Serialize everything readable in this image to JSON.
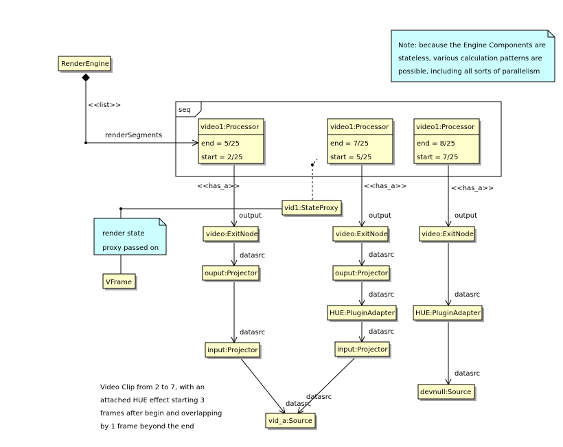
{
  "colors": {
    "object_fill": "#ffffcc",
    "object_shadow": "#a8a8a8",
    "note_fill": "#ccffff",
    "line": "#000000"
  },
  "objects": {
    "render_engine": "RenderEngine",
    "vid1_state_proxy": "vid1:StateProxy",
    "vframe": "VFrame",
    "proc1": {
      "title": "video1:Processor",
      "end": "end = 5/25",
      "start": "start = 2/25"
    },
    "proc2": {
      "title": "video1:Processor",
      "end": "end = 7/25",
      "start": "start = 5/25"
    },
    "proc3": {
      "title": "video1:Processor",
      "end": "end = 8/25",
      "start": "start = 7/25"
    },
    "exit1": "video:ExitNode",
    "exit2": "video:ExitNode",
    "exit3": "video:ExitNode",
    "ouput_proj1": "ouput:Projector",
    "ouput_proj2": "ouput:Projector",
    "hue_adapter2": "HUE:PluginAdapter",
    "hue_adapter3": "HUE:PluginAdapter",
    "input_proj1": "input:Projector",
    "input_proj2": "input:Projector",
    "vid_a_source": "vid_a:Source",
    "devnull_source": "devnull:Source"
  },
  "frame": {
    "label": "seq"
  },
  "edge_labels": {
    "list_stereotype": "<<list>>",
    "render_segments": "renderSegments",
    "has_a": "<<has_a>>",
    "output": "output",
    "datasrc": "datasrc"
  },
  "notes": {
    "top_note": [
      "Note: because the Engine Components are",
      "stateless, various calculation patterns are",
      "possible, including all sorts of parallelism"
    ],
    "render_state_note": [
      "render state",
      "proxy passed on"
    ]
  },
  "caption": [
    "Video Clip from 2 to 7, with an",
    "attached HUE effect starting 3",
    "frames after begin and overlapping",
    "by 1 frame beyond the end"
  ]
}
